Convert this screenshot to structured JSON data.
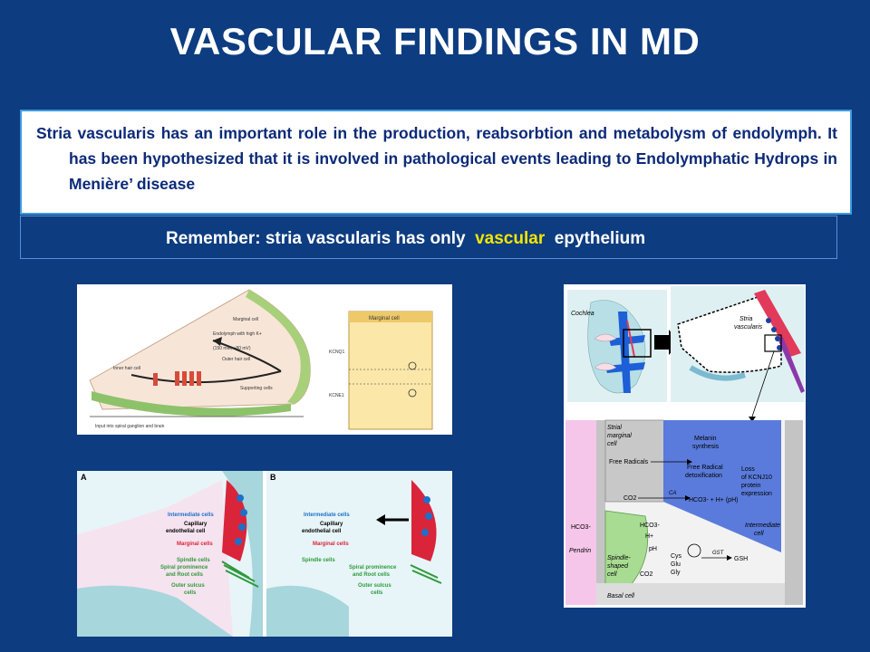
{
  "slide": {
    "title": "VASCULAR FINDINGS IN MD",
    "box1_text": "Stria vascularis has an important role in the production, reabsorbtion and metabolysm of endolymph. It has been hypothesized that it is involved in pathological events leading to Endolymphatic Hydrops in Menière’ disease",
    "remember": {
      "prefix": "Remember: stria vascularis has only",
      "highlight": "vascular",
      "suffix": "epythelium",
      "highlight_color": "#f2e500"
    }
  },
  "colors": {
    "background": "#0d3c80",
    "box_border": "#3d9be0",
    "box_text": "#0c2a78"
  },
  "fig1": {
    "labels": {
      "marginal_cell": "Marginal cell",
      "endolymph": "Endolymph with high K+",
      "endolymph_conc": "(150 mM, +80 mV)",
      "outer_hair": "Outer hair cell",
      "inner_hair": "Inner hair cell",
      "supporting": "Supporting cells",
      "input": "Input into spiral ganglion and brain",
      "inset_title": "Marginal cell",
      "kcnq1": "KCNQ1",
      "kcne1": "KCNE1"
    }
  },
  "fig2": {
    "panel_a": "A",
    "panel_b": "B",
    "labels": {
      "intermediate": "Intermediate cells",
      "capillary": "Capillary",
      "endothelial": "endothelial cell",
      "marginal": "Marginal cells",
      "spindle": "Spindle cells",
      "spiral": "Spiral prominence",
      "root": "and Root cells",
      "outer": "Outer sulcus",
      "cells": "cells"
    }
  },
  "fig3": {
    "labels": {
      "cochlea": "Cochlea",
      "stria": "Stria",
      "vascularis": "vascularis",
      "strial": "Strial",
      "marginal": "marginal",
      "cell": "cell",
      "melanin": "Melanin",
      "synthesis": "synthesis",
      "free_radicals": "Free Radicals",
      "free_radical": "Free Radical",
      "detox": "detoxification",
      "loss": "Loss",
      "of_kcnj10": "of KCNJ10",
      "protein": "protein",
      "expression": "expression",
      "co2": "CO2",
      "ca": "CA",
      "hco3_h": "HCO3- + H+ (pH)",
      "intermediate": "Intermediate",
      "inter_cell": "cell",
      "hco3_left": "HCO3-",
      "hco3": "HCO3-",
      "h_plus": "H+",
      "ph": "pH",
      "cys": "Cys",
      "glu": "Glu",
      "gly": "Gly",
      "gst": "GST",
      "gsh": "GSH",
      "pendrin": "Pendrin",
      "spindle": "Spindle-",
      "shaped": "shaped",
      "spindle_cell": "cell",
      "co2_b": "CO2",
      "basal": "Basal cell"
    }
  }
}
